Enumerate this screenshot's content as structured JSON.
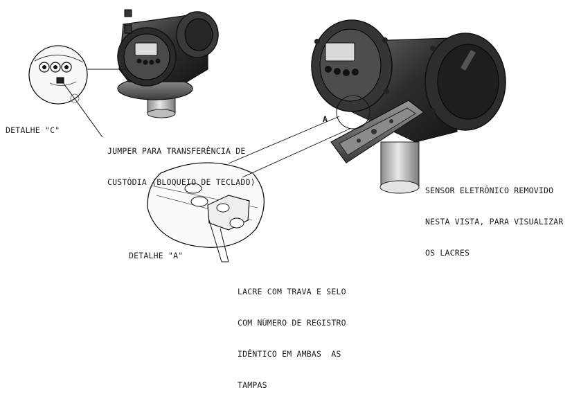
{
  "labels": {
    "detail_c": "DETALHE \"C\"",
    "jumper": [
      "JUMPER PARA TRANSFERÊNCIA DE",
      "CUSTÓDIA (BLOQUEIO DE TECLADO)"
    ],
    "point_a": "A",
    "sensor": [
      "SENSOR ELETRÔNICO REMOVIDO",
      "NESTA VISTA, PARA VISUALIZAR",
      "OS LACRES"
    ],
    "detail_a": "DETALHE \"A\"",
    "seal": [
      "LACRE COM TRAVA E SELO",
      "COM NÚMERO DE REGISTRO",
      "IDÊNTICO EM AMBAS  AS",
      "TAMPAS"
    ]
  },
  "colors": {
    "ink": "#1a1a1a",
    "housing_dark": "#2b2b2b",
    "housing_mid": "#555555",
    "metal_light": "#cfcfcf"
  }
}
